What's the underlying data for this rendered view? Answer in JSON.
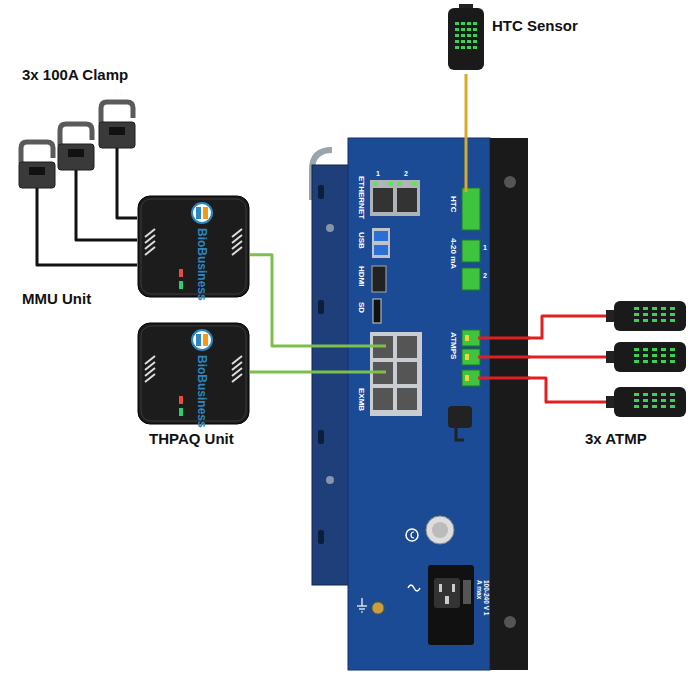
{
  "diagram": {
    "nodes": [
      {
        "text": [
          "HTC Sensor"
        ]
      },
      {
        "text": [
          "ETHERNET",
          "1",
          "2",
          "USB",
          "HDMI",
          "SD",
          "HTC",
          "4-20 mA",
          "1",
          "2",
          "ATMPS",
          "EXMB",
          "100-240 V 1 A max"
        ]
      },
      {
        "text": [
          "BioBusiness",
          "MMU Unit"
        ]
      },
      {
        "text": [
          "BioBusiness",
          "THPAQ Unit"
        ]
      }
    ],
    "edges": [
      {
        "from": 0,
        "to": 1,
        "arrow": "none"
      },
      {
        "from": 2,
        "to": 1,
        "arrow": "none"
      },
      {
        "from": 3,
        "to": 1,
        "arrow": "none"
      }
    ],
    "labels": [
      "3x 100A Clamp",
      "3x ATMP"
    ]
  }
}
